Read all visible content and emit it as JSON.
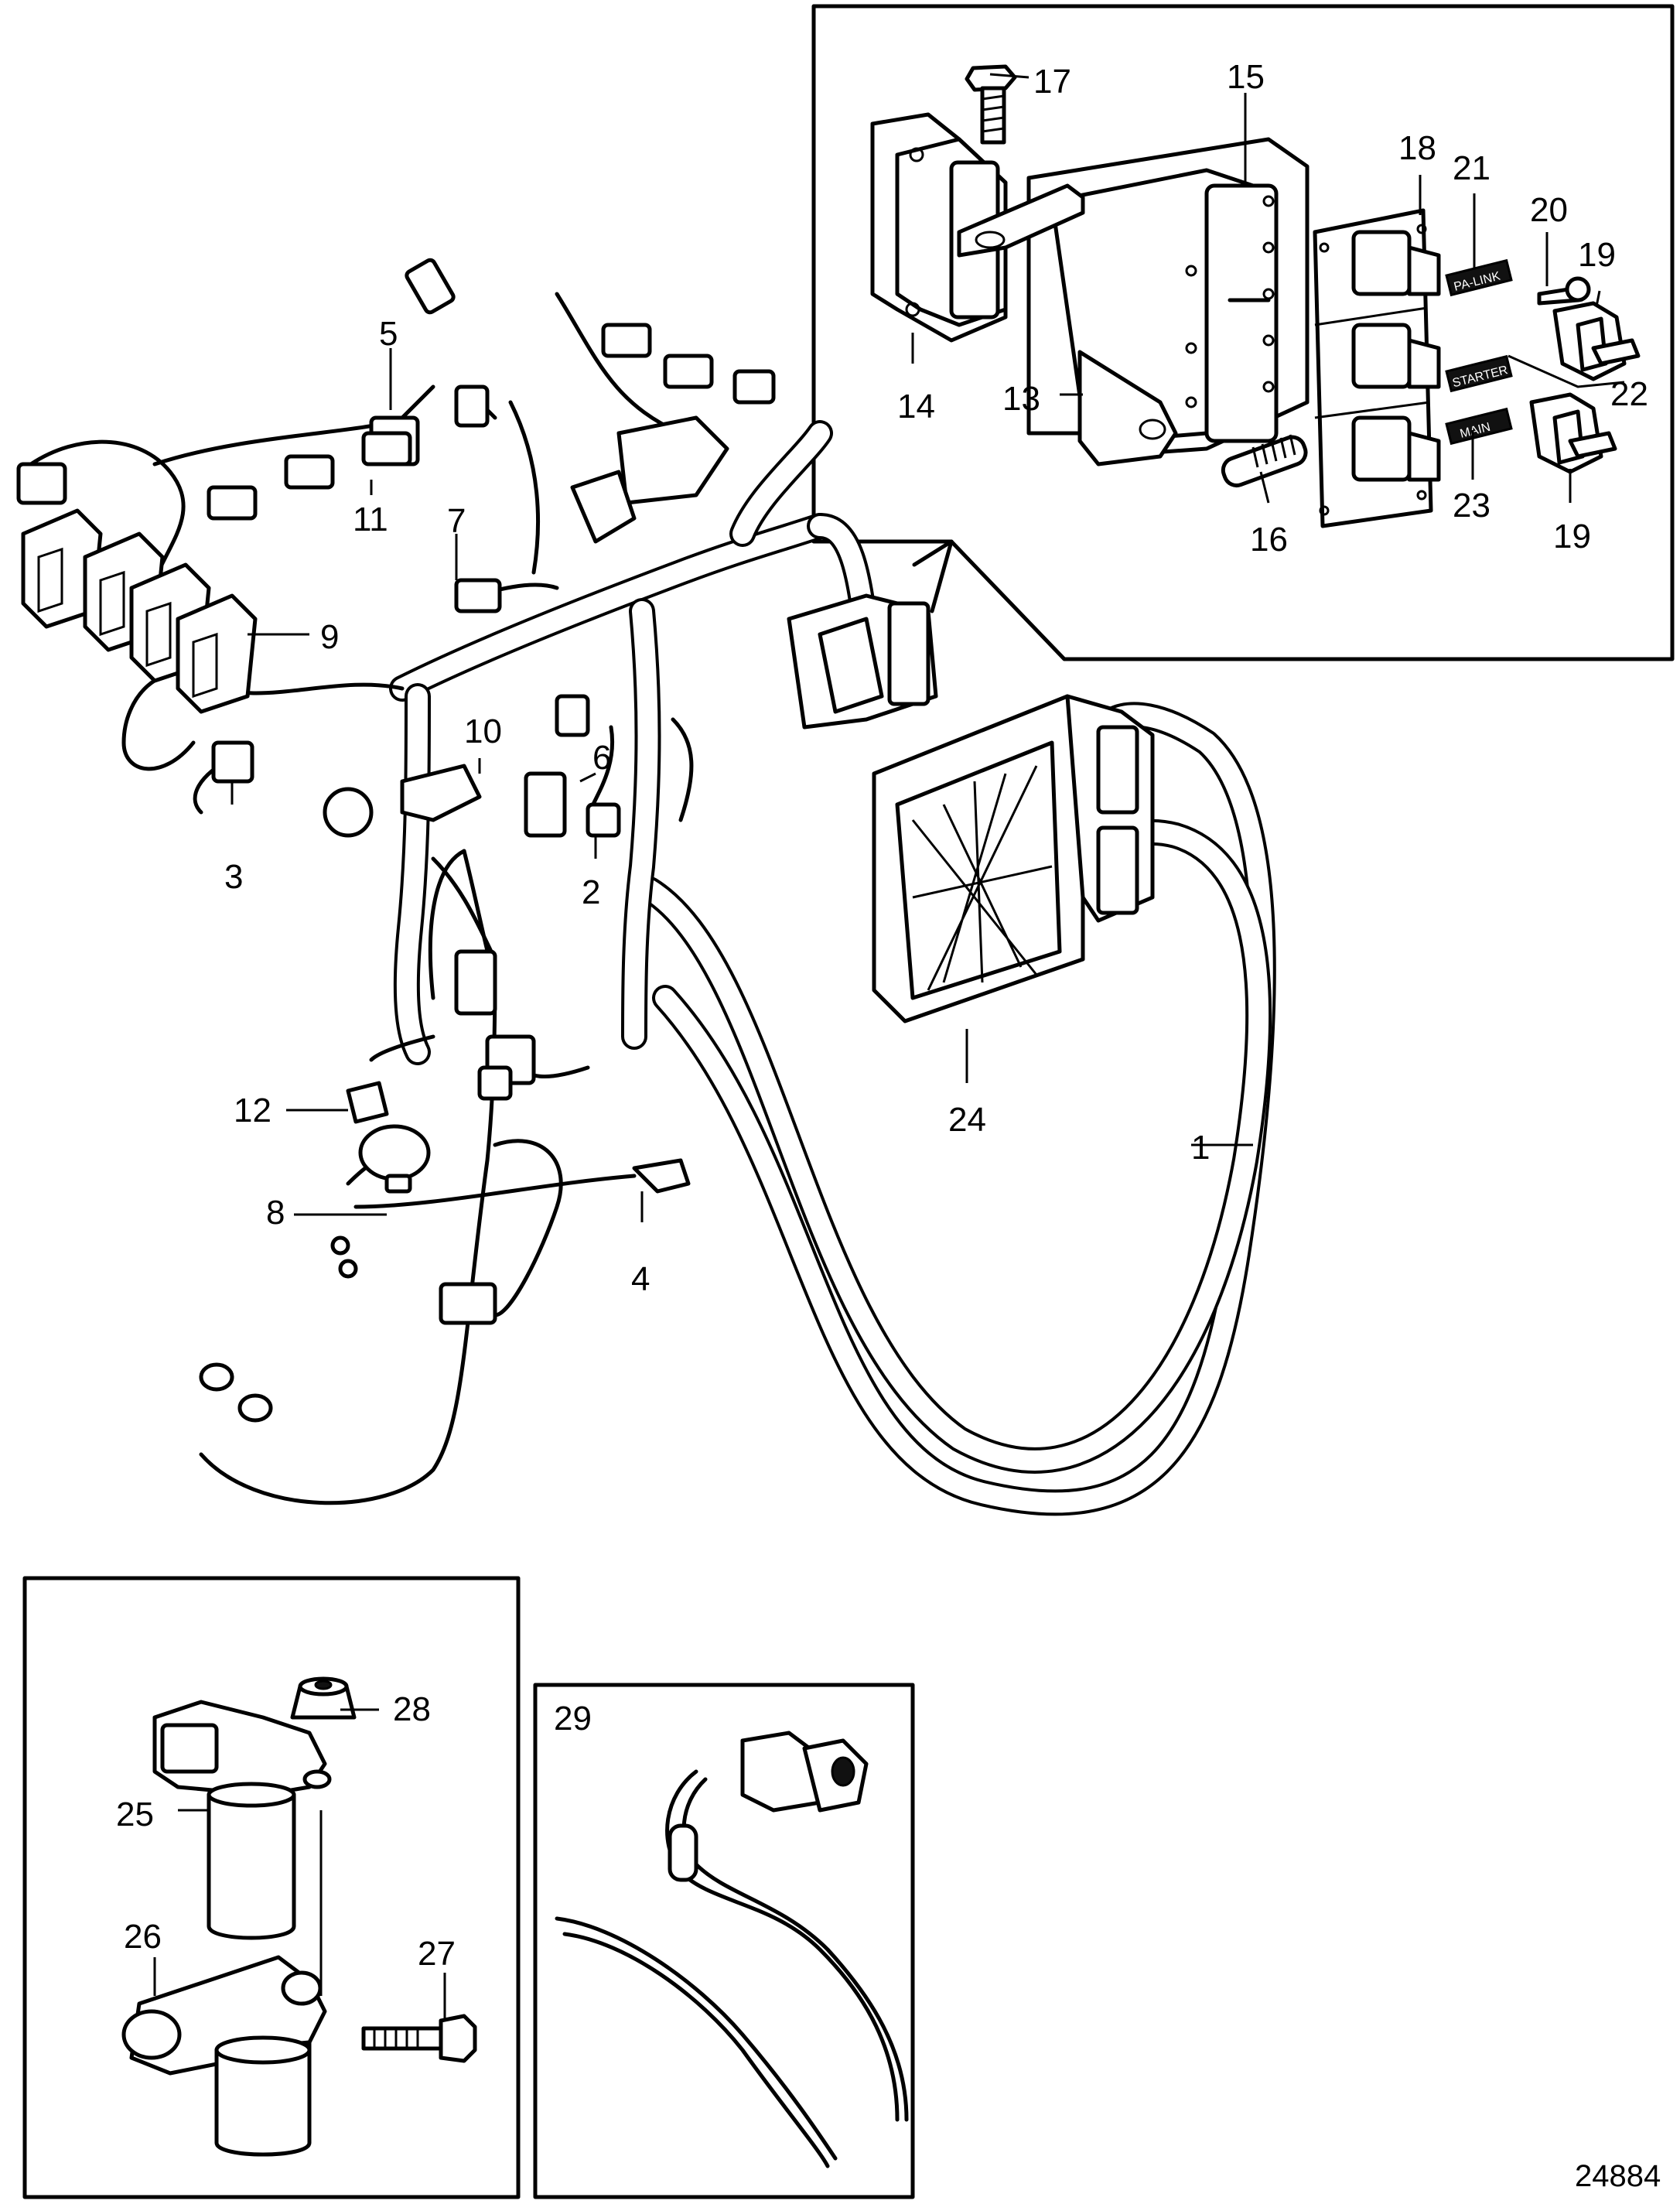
{
  "figure_number": "24884",
  "panels": {
    "detail_top_right": {
      "label": "",
      "callouts": [
        "13",
        "14",
        "15",
        "16",
        "17",
        "18",
        "19",
        "20",
        "21",
        "22",
        "23"
      ]
    },
    "detail_bottom_left": {
      "label": "",
      "callouts": [
        "25",
        "26",
        "27",
        "28"
      ]
    },
    "detail_bottom_middle": {
      "label": "29",
      "callouts": [
        "29"
      ]
    }
  },
  "callouts": {
    "c1": "1",
    "c2": "2",
    "c3": "3",
    "c4": "4",
    "c5": "5",
    "c6": "6",
    "c7": "7",
    "c8": "8",
    "c9": "9",
    "c10": "10",
    "c11": "11",
    "c12": "12",
    "c13": "13",
    "c14": "14",
    "c15": "15",
    "c16": "16",
    "c17": "17",
    "c18": "18",
    "c19a": "19",
    "c19b": "19",
    "c20": "20",
    "c21": "21",
    "c22": "22",
    "c23": "23",
    "c24": "24",
    "c25": "25",
    "c26": "26",
    "c27": "27",
    "c28": "28",
    "c29": "29"
  },
  "relay_labels": {
    "r21": "PA-LINK",
    "r22": "STARTER",
    "r23": "MAIN"
  }
}
